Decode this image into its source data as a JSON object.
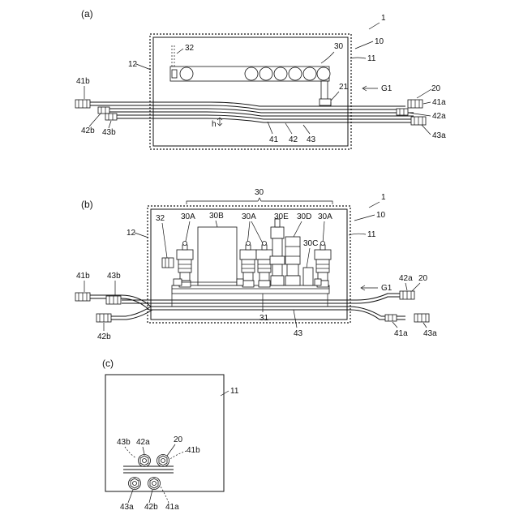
{
  "panels": {
    "a": "(a)",
    "b": "(b)",
    "c": "(c)"
  },
  "labels_a": {
    "n1": "1",
    "n10": "10",
    "n11": "11",
    "n12": "12",
    "n30": "30",
    "n32": "32",
    "n21": "21",
    "g1": "G1",
    "n20": "20",
    "n41a": "41a",
    "n42a": "42a",
    "n43a": "43a",
    "n41b": "41b",
    "n42b": "42b",
    "n43b": "43b",
    "h": "h",
    "n41": "41",
    "n42": "42",
    "n43": "43"
  },
  "labels_b": {
    "n30": "30",
    "n1": "1",
    "n10": "10",
    "n11": "11",
    "n12": "12",
    "n32": "32",
    "n30A1": "30A",
    "n30B": "30B",
    "n30A2": "30A",
    "n30E": "30E",
    "n30D": "30D",
    "n30A3": "30A",
    "n30C": "30C",
    "n41b": "41b",
    "n43b": "43b",
    "n42b": "42b",
    "n31": "31",
    "n43": "43",
    "g1": "G1",
    "n42a": "42a",
    "n20": "20",
    "n41a": "41a",
    "n43a": "43a"
  },
  "labels_c": {
    "n11": "11",
    "n43b": "43b",
    "n42a": "42a",
    "n20": "20",
    "n41b": "41b",
    "n43a": "43a",
    "n42b": "42b",
    "n41a": "41a"
  }
}
